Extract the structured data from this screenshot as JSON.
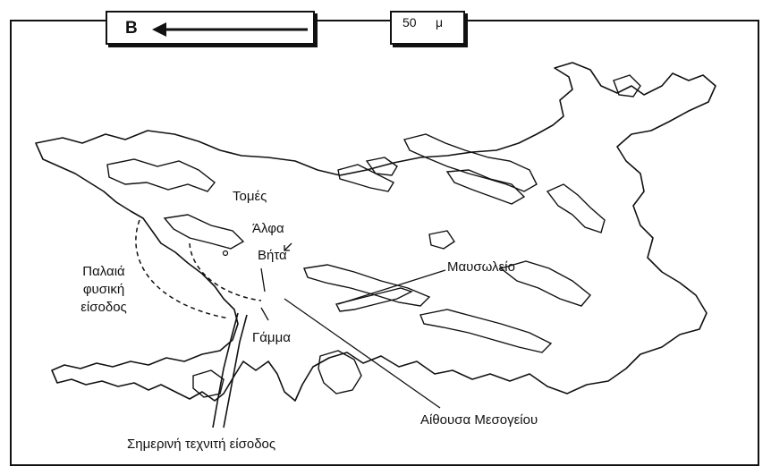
{
  "north_arrow": {
    "letter": "Β",
    "icon": "arrow-left-icon"
  },
  "scale_bar": {
    "value": "50",
    "unit": "μ"
  },
  "labels": {
    "tomes": "Τομές",
    "alfa": "Άλφα",
    "vita": "Βήτα",
    "mausoleio": "Μαυσωλείο",
    "palaia_line1": "Παλαιά",
    "palaia_line2": "φυσική",
    "palaia_line3": "είσοδος",
    "gamma": "Γάμμα",
    "aithousa": "Αίθουσα Μεσογείου",
    "simerini": "Σημερινή τεχνιτή είσοδος"
  },
  "colors": {
    "ink": "#111111",
    "paper": "#ffffff"
  }
}
